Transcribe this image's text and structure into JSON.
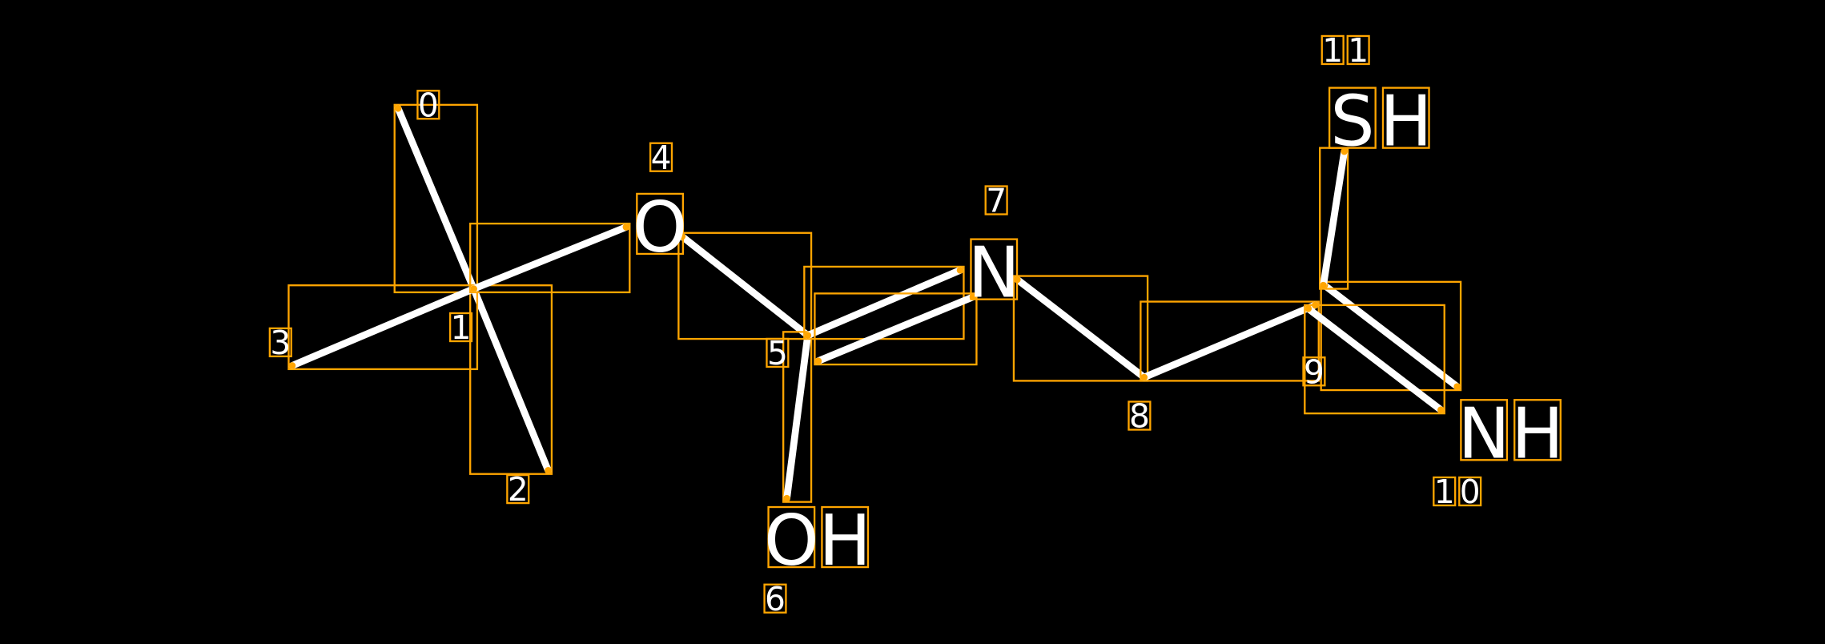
{
  "colors": {
    "background": "#000000",
    "bond": "#FFFFFF",
    "box": "#FFA500",
    "text": "#FFFFFF"
  },
  "atoms": [
    {
      "index": "0",
      "symbol": ""
    },
    {
      "index": "1",
      "symbol": ""
    },
    {
      "index": "2",
      "symbol": ""
    },
    {
      "index": "3",
      "symbol": ""
    },
    {
      "index": "4",
      "symbol": "O"
    },
    {
      "index": "5",
      "symbol": ""
    },
    {
      "index": "6",
      "symbol": "OH"
    },
    {
      "index": "7",
      "symbol": "N"
    },
    {
      "index": "8",
      "symbol": ""
    },
    {
      "index": "9",
      "symbol": ""
    },
    {
      "index": "10",
      "symbol": "NH"
    },
    {
      "index": "11",
      "symbol": "SH"
    }
  ],
  "bonds": [
    {
      "from": 0,
      "to": 1,
      "order": 1
    },
    {
      "from": 1,
      "to": 2,
      "order": 1
    },
    {
      "from": 1,
      "to": 3,
      "order": 1
    },
    {
      "from": 1,
      "to": 4,
      "order": 1
    },
    {
      "from": 4,
      "to": 5,
      "order": 1
    },
    {
      "from": 5,
      "to": 6,
      "order": 1
    },
    {
      "from": 5,
      "to": 7,
      "order": 2
    },
    {
      "from": 7,
      "to": 8,
      "order": 1
    },
    {
      "from": 8,
      "to": 9,
      "order": 1
    },
    {
      "from": 9,
      "to": 10,
      "order": 2
    },
    {
      "from": 9,
      "to": 11,
      "order": 1
    }
  ]
}
